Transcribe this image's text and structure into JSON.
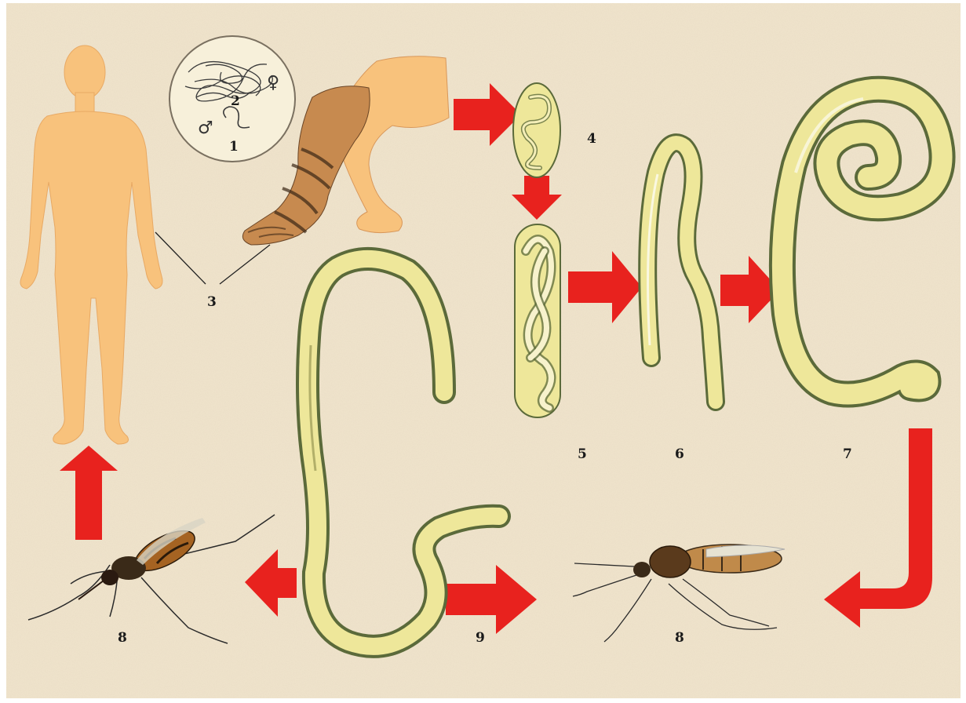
{
  "labels": {
    "l1": "1",
    "l2": "2",
    "l3": "3",
    "l4": "4",
    "l5": "5",
    "l6": "6",
    "l7": "7",
    "l8a": "8",
    "l8b": "8",
    "l9": "9",
    "male_symbol": "♂",
    "female_symbol": "♀"
  },
  "colors": {
    "background": "#efe3cb",
    "body_skin": "#f8c27c",
    "worm_fill": "#eee79a",
    "worm_outline": "#5b6a3a",
    "arrow": "#e8221e"
  }
}
